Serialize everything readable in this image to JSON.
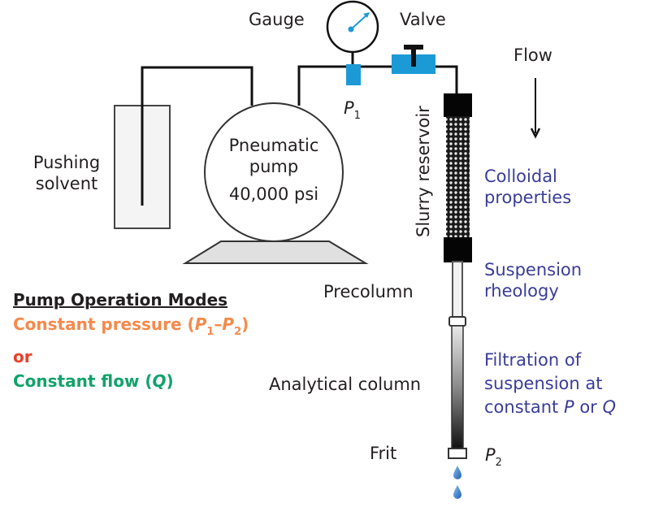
{
  "labels": {
    "gauge": "Gauge",
    "valve": "Valve",
    "flow": "Flow",
    "pushing_solvent": [
      "Pushing",
      "solvent"
    ],
    "pump": [
      "Pneumatic",
      "pump",
      "40,000 psi"
    ],
    "p1": {
      "letter": "P",
      "sub": "1"
    },
    "p2": {
      "letter": "P",
      "sub": "2"
    },
    "slurry_reservoir": "Slurry reservoir",
    "precolumn": "Precolumn",
    "analytical_column": "Analytical column",
    "frit": "Frit"
  },
  "annotations": {
    "colloidal": [
      "Colloidal",
      "properties"
    ],
    "rheology": [
      "Suspension",
      "rheology"
    ],
    "filtration": {
      "line1": "Filtration of",
      "line2": "suspension at",
      "line3_pre": "constant ",
      "p": "P",
      "mid": " or ",
      "q": "Q"
    }
  },
  "modes": {
    "title": "Pump Operation Modes",
    "constant_pressure": {
      "text": "Constant pressure (",
      "p1": "P",
      "s1": "1",
      "dash": "–",
      "p2": "P",
      "s2": "2",
      "close": ")"
    },
    "or": "or",
    "constant_flow": {
      "text": "Constant flow (",
      "q": "Q",
      "close": ")"
    }
  },
  "colors": {
    "ink": "#231f20",
    "component_blue": "#1b9ad6",
    "annotation_blue": "#3a3d98",
    "pressure_orange": "#f58a4b",
    "or_red": "#e8402a",
    "flow_green": "#11a36a"
  }
}
